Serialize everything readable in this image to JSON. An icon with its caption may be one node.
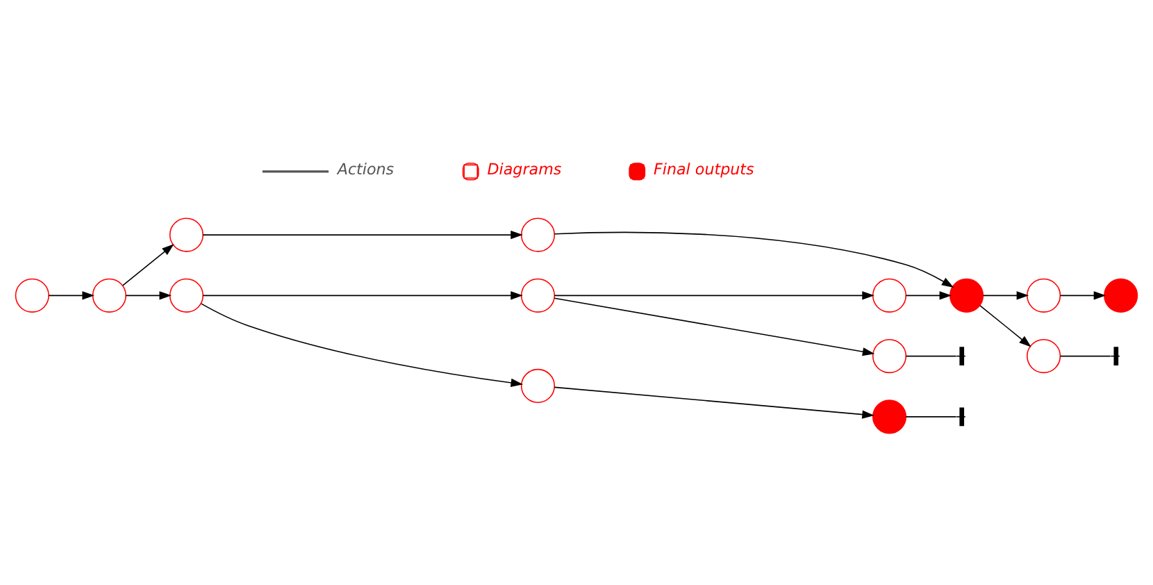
{
  "diagram": {
    "nodes": [
      {
        "text": [],
        "shape": "circle"
      },
      {
        "text": [],
        "shape": "circle"
      },
      {
        "text": [],
        "shape": "circle"
      },
      {
        "text": [],
        "shape": "circle"
      },
      {
        "text": [],
        "shape": "circle"
      },
      {
        "text": [],
        "shape": "circle"
      },
      {
        "text": [],
        "shape": "circle"
      },
      {
        "text": [],
        "shape": "circle"
      },
      {
        "text": [],
        "shape": "circle"
      },
      {
        "text": [],
        "shape": "circle"
      },
      {
        "text": [],
        "shape": "circle"
      },
      {
        "text": [],
        "shape": "circle"
      },
      {
        "text": [],
        "shape": "circle"
      },
      {
        "text": [],
        "shape": "circle"
      }
    ],
    "edges": [
      {
        "from": 0,
        "to": 1,
        "arrow": "to"
      },
      {
        "from": 1,
        "to": 2,
        "arrow": "to"
      },
      {
        "from": 2,
        "to": 3,
        "arrow": "to"
      },
      {
        "from": 3,
        "to": 8,
        "arrow": "to"
      },
      {
        "from": 1,
        "to": 4,
        "arrow": "to"
      },
      {
        "from": 4,
        "to": 5,
        "arrow": "to"
      },
      {
        "from": 5,
        "to": 6,
        "arrow": "to"
      },
      {
        "from": 5,
        "to": 7,
        "arrow": "to"
      },
      {
        "from": 7,
        "to": 8,
        "arrow": "to"
      },
      {
        "from": 8,
        "to": 9,
        "arrow": "to"
      },
      {
        "from": 9,
        "to": 10,
        "arrow": "to"
      },
      {
        "from": 4,
        "to": 11,
        "arrow": "to"
      },
      {
        "from": 11,
        "to": 12,
        "arrow": "to"
      },
      {
        "from": 8,
        "to": 13,
        "arrow": "to"
      },
      {
        "from": 6,
        "to": null,
        "arrow": "other"
      },
      {
        "from": 12,
        "to": null,
        "arrow": "other"
      },
      {
        "from": 13,
        "to": null,
        "arrow": "other"
      }
    ],
    "legend": [
      {
        "text": "Actions"
      },
      {
        "text": "Diagrams"
      },
      {
        "text": "Final outputs",
        "color": "#ff0000"
      }
    ]
  }
}
